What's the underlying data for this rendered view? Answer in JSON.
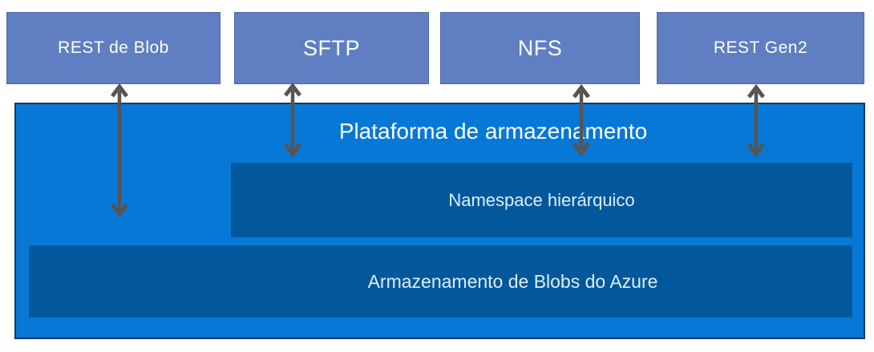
{
  "diagram": {
    "protocol_boxes": [
      {
        "label": "REST de Blob"
      },
      {
        "label": "SFTP"
      },
      {
        "label": "NFS"
      },
      {
        "label": "REST Gen2"
      }
    ],
    "platform": {
      "title": "Plataforma de armazenamento",
      "layers": [
        {
          "label": "Namespace hierárquico"
        },
        {
          "label": "Armazenamento de Blobs do Azure"
        }
      ]
    },
    "connectors": [
      {
        "name": "rest-de-blob-to-platform",
        "style": "double-arrow"
      },
      {
        "name": "sftp-to-platform",
        "style": "double-arrow"
      },
      {
        "name": "nfs-to-platform",
        "style": "double-arrow"
      },
      {
        "name": "rest-gen2-to-platform",
        "style": "double-arrow"
      }
    ]
  },
  "colors": {
    "protocol-fill": "#5f7fc2",
    "protocol-border": "#4f67a5",
    "protocol-text": "#ffffff",
    "platform-fill": "#0878d6",
    "platform-border": "#123a63",
    "platform-text": "#ffffff",
    "layer-fill": "#03589c",
    "layer-text": "#ddeefa",
    "arrow": "#585451",
    "background": "#ffffff"
  }
}
